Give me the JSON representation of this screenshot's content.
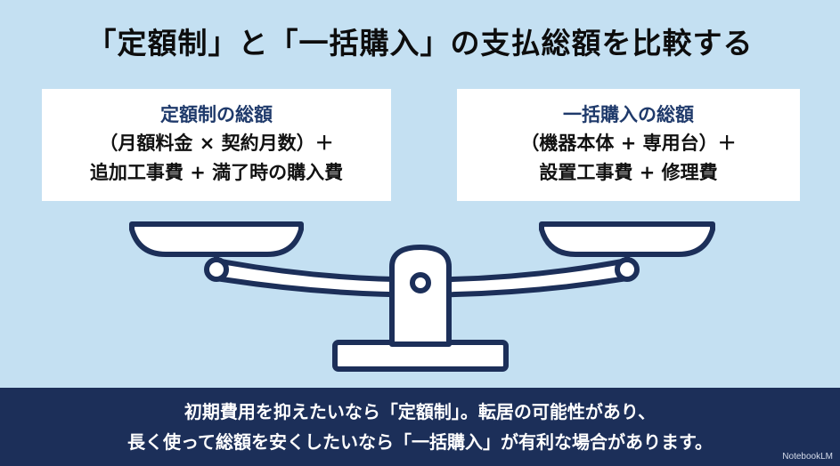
{
  "title": "「定額制」と「一括購入」の支払総額を比較する",
  "left_card": {
    "heading": "定額制の総額",
    "line1": "（月額料金 × 契約月数）＋",
    "line2": "追加工事費 + 満了時の購入費"
  },
  "right_card": {
    "heading": "一括購入の総額",
    "line1": "（機器本体 + 専用台）＋",
    "line2": "設置工事費 + 修理費"
  },
  "footer": {
    "line1": "初期費用を抑えたいなら「定額制」。転居の可能性があり、",
    "line2": "長く使って総額を安くしたいなら「一括購入」が有利な場合があります。"
  },
  "brand": "NotebookLM",
  "colors": {
    "background": "#c4e0f2",
    "navy": "#1c2f59",
    "heading_blue": "#1f3a6b"
  }
}
